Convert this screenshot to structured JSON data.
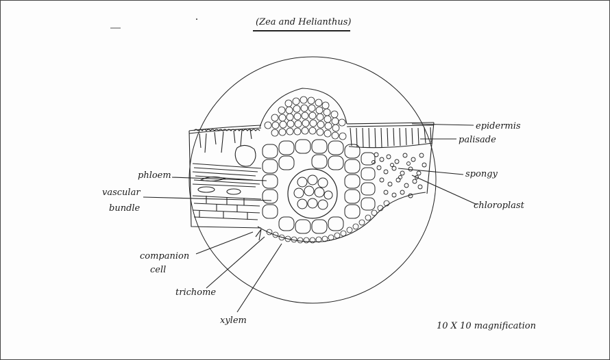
{
  "title": "(Zea and Helianthus)",
  "labels": {
    "epidermis": "epidermis",
    "palisade": "palisade",
    "spongy": "spongy",
    "chloroplast": "chloroplast",
    "phloem": "phloem",
    "vascular": "vascular",
    "bundle": "bundle",
    "companion": "companion",
    "cell": "cell",
    "trichome": "trichome",
    "xylem": "xylem"
  },
  "magnification": "10 X 10   magnification"
}
